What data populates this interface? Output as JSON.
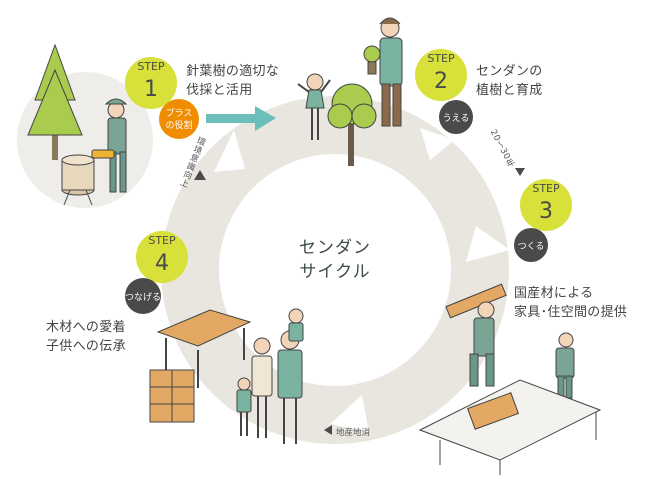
{
  "center": {
    "line1": "センダン",
    "line2": "サイクル"
  },
  "steps": [
    {
      "word": "STEP",
      "num": "1",
      "desc1": "針葉樹の適切な",
      "desc2": "伐採と活用",
      "badge1": "プラス",
      "badge2": "の役割"
    },
    {
      "word": "STEP",
      "num": "2",
      "desc1": "センダンの",
      "desc2": "植樹と育成",
      "badge": "うえる"
    },
    {
      "word": "STEP",
      "num": "3",
      "desc1": "国産材による",
      "desc2": "家具･住空間の提供",
      "badge": "つくる"
    },
    {
      "word": "STEP",
      "num": "4",
      "desc1": "木材への愛着",
      "desc2": "子供への伝承",
      "badge": "つなげる"
    }
  ],
  "annotations": {
    "years": "20〜30年",
    "eco": "環境意識向上",
    "local": "地産地消"
  },
  "colors": {
    "ring": "#e8e6df",
    "step_circle": "#d8e03a",
    "badge_dark": "#4a4a4a",
    "badge_orange": "#f08c00",
    "teal": "#6cbfb8",
    "tree_green": "#9ccc4a",
    "figure_green": "#7ab3a0"
  }
}
